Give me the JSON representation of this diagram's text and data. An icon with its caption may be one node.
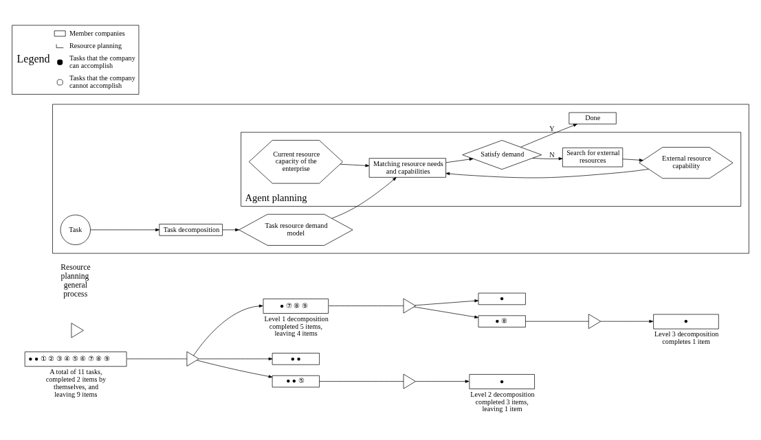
{
  "diagram": {
    "nodes": [
      {
        "text": [
          "● ● ① ② ③ ④ ⑤ ⑥ ⑦ ⑧ ⑨"
        ],
        "beside": [
          "A total of 11 tasks, completed 2 items by themselves, and leaving 9 items"
        ]
      },
      {
        "text": [],
        "shape": "triangle"
      },
      {
        "text": [
          "● ●"
        ]
      },
      {
        "text": [
          "● ● ⑤"
        ]
      },
      {
        "text": [
          "● ⑦ ⑧ ⑨"
        ],
        "beside": [
          "Level 1 decomposition completed 5 items, leaving 4 items"
        ]
      },
      {
        "text": [],
        "shape": "triangle"
      },
      {
        "text": [
          "●"
        ],
        "beside": [
          "Level 2 decomposition completed 3 items, leaving 1 item"
        ]
      },
      {
        "text": [],
        "shape": "triangle"
      },
      {
        "text": [
          "● ⑧"
        ]
      },
      {
        "text": [
          "●"
        ]
      },
      {
        "text": [],
        "shape": "triangle"
      },
      {
        "text": [
          "●"
        ],
        "beside": [
          "Level 3 decomposition completes 1 item"
        ]
      },
      {
        "text": [],
        "shape": "triangle",
        "beside": [
          "Resource planning general process"
        ]
      },
      {
        "text": [],
        "shape": "box"
      },
      {
        "text": [
          "Task"
        ],
        "in": 13
      },
      {
        "text": [
          "Task decomposition"
        ],
        "in": 13
      },
      {
        "text": [
          "Task resource demand model"
        ],
        "in": 13
      },
      {
        "text": [
          "Agent planning"
        ],
        "in": 13
      },
      {
        "text": [
          "Current resource capacity of the enterprise"
        ],
        "in": 17
      },
      {
        "text": [
          "Matching resource needs and capabilities"
        ],
        "in": 17
      },
      {
        "text": [
          "External resource capability"
        ],
        "in": 17
      },
      {
        "text": [
          "Satisfy demand"
        ],
        "in": 17
      },
      {
        "text": [
          "Search for external resources"
        ],
        "in": 17
      },
      {
        "text": [
          "Done"
        ],
        "in": 13
      }
    ],
    "edges": [
      {
        "from": 0,
        "to": 1,
        "arrow": "none"
      },
      {
        "from": 1,
        "to": 2,
        "arrow": "to"
      },
      {
        "from": 1,
        "to": 3,
        "arrow": "to"
      },
      {
        "from": 1,
        "to": 4,
        "arrow": "to"
      },
      {
        "from": 3,
        "to": 5,
        "arrow": "none"
      },
      {
        "from": 5,
        "to": 6,
        "arrow": "to"
      },
      {
        "from": 4,
        "to": 7,
        "arrow": "none"
      },
      {
        "from": 7,
        "to": 8,
        "arrow": "to"
      },
      {
        "from": 7,
        "to": 9,
        "arrow": "to"
      },
      {
        "from": 8,
        "to": 10,
        "arrow": "none"
      },
      {
        "from": 10,
        "to": 11,
        "arrow": "to"
      },
      {
        "from": 14,
        "to": 15,
        "arrow": "to"
      },
      {
        "from": 15,
        "to": 16,
        "arrow": "to"
      },
      {
        "from": 16,
        "to": 19,
        "arrow": "to"
      },
      {
        "from": 18,
        "to": 19,
        "arrow": "to"
      },
      {
        "from": 20,
        "to": 19,
        "arrow": "to"
      },
      {
        "from": 19,
        "to": 21,
        "arrow": "to"
      },
      {
        "from": 21,
        "to": 22,
        "arrow": "to",
        "label": "N"
      },
      {
        "from": 22,
        "to": 20,
        "arrow": "to"
      },
      {
        "from": 21,
        "to": 23,
        "arrow": "to",
        "label": "Y"
      }
    ],
    "labels": [
      "Legend"
    ],
    "legend": [
      {
        "text": "Member companies"
      },
      {
        "text": "Resource planning"
      },
      {
        "text": "Tasks that the company can accomplish"
      },
      {
        "text": "Tasks that the company cannot accomplish"
      }
    ]
  }
}
